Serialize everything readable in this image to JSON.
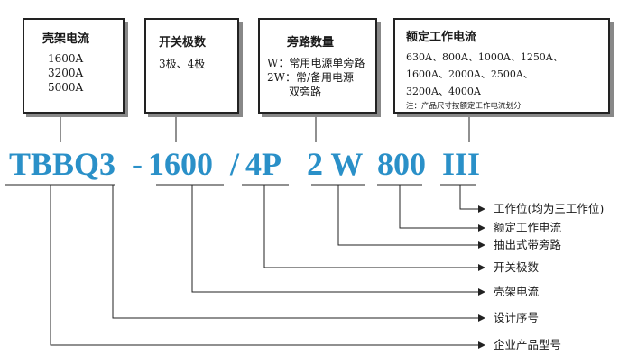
{
  "boxes": {
    "frame_current": {
      "title": "壳架电流",
      "values": [
        "1600A",
        "3200A",
        "5000A"
      ]
    },
    "poles": {
      "title": "开关极数",
      "values": [
        "3极、4极"
      ]
    },
    "bypass_count": {
      "title": "旁路数量",
      "values": [
        "W：常用电源单旁路",
        "2W：常/备用电源",
        "双旁路"
      ]
    },
    "rated_current": {
      "title": "额定工作电流",
      "values": [
        "630A、800A、1000A、1250A、",
        "1600A、2000A、2500A、",
        "3200A、4000A"
      ],
      "note": "注：产品尺寸按额定工作电流划分"
    }
  },
  "model_code": {
    "series": "TBBQ3",
    "dash": "-",
    "frame": "1600",
    "slash": "/",
    "poles": "4P",
    "bypass": "2 W",
    "rated": "800",
    "position": "III"
  },
  "legend": {
    "positions": "工作位(均为三工作位)",
    "rated_current": "额定工作电流",
    "drawout_bypass": "抽出式带旁路",
    "poles": "开关极数",
    "frame_current": "壳架电流",
    "design_no": "设计序号",
    "product_model": "企业产品型号"
  },
  "colors": {
    "model_text": "#2a90c8",
    "line": "#222222",
    "shadow": "#888888"
  }
}
